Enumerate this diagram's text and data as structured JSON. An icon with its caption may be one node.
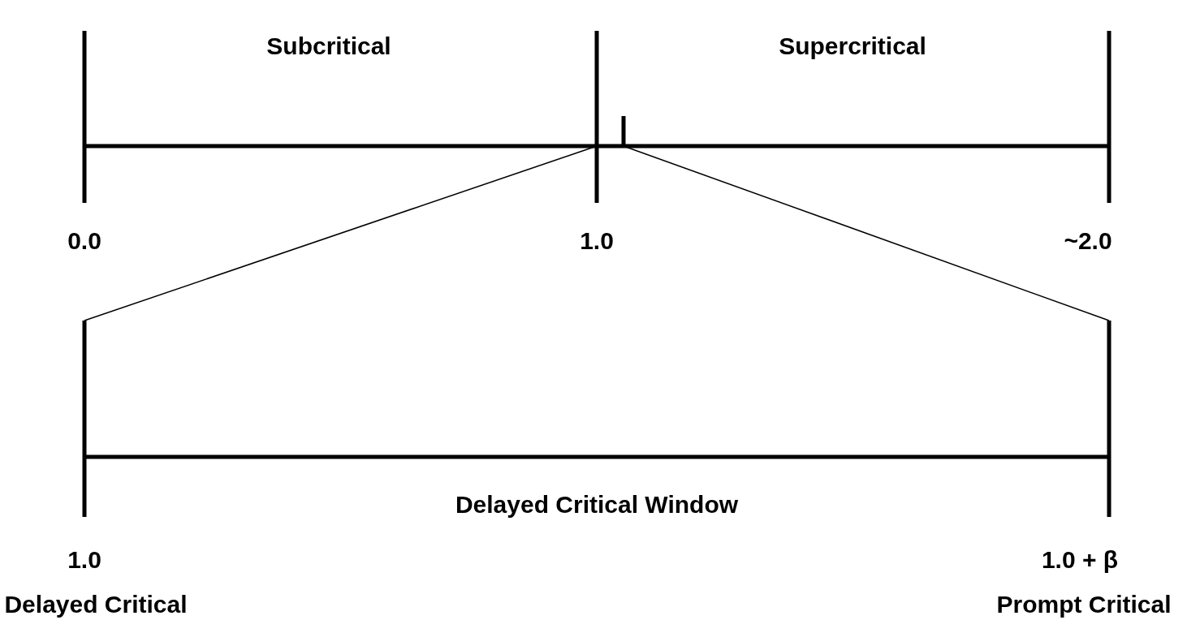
{
  "diagram": {
    "labels": [
      "Subcritical",
      "Supercritical",
      "0.0",
      "1.0",
      "~2.0",
      "Delayed Critical Window",
      "1.0",
      "1.0 + β",
      "Delayed Critical",
      "Prompt Critical"
    ]
  }
}
